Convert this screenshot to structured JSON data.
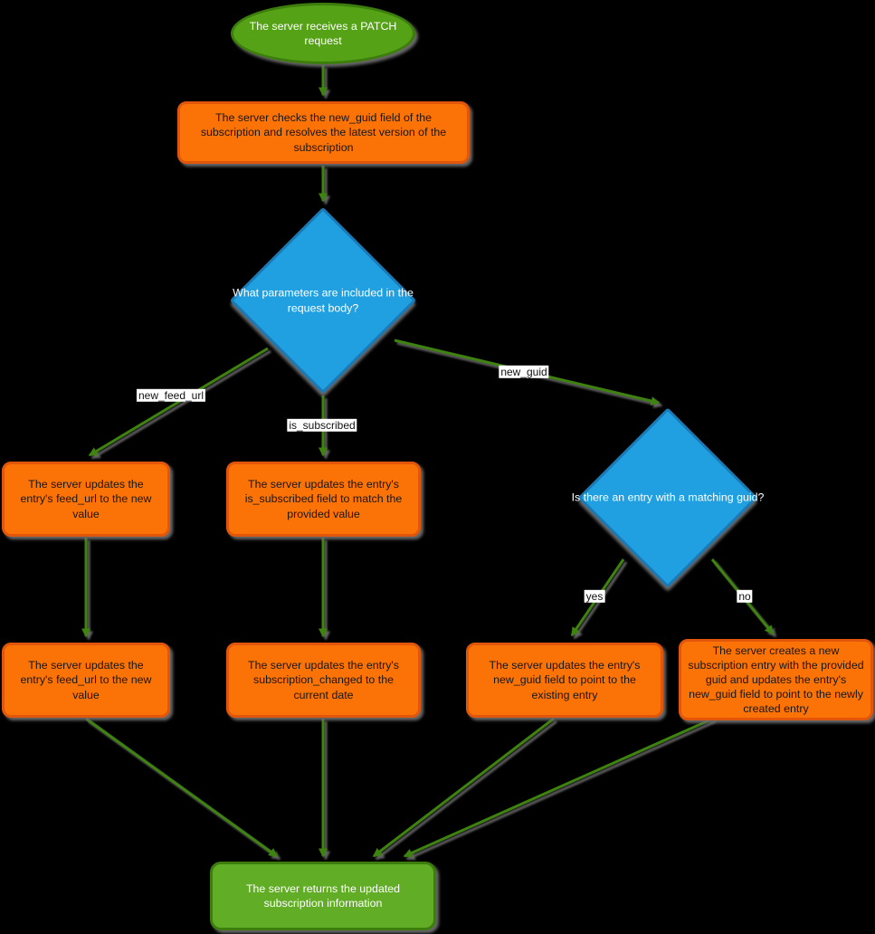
{
  "diagram_type": "flowchart",
  "nodes": {
    "start": {
      "shape": "ellipse",
      "label": "The server receives a PATCH request"
    },
    "check_new_guid": {
      "shape": "process",
      "label": "The server checks the new_guid field of the subscription and resolves the latest version of the subscription"
    },
    "params_decision": {
      "shape": "decision",
      "label": "What parameters are included in the request body?"
    },
    "update_feed_url_1": {
      "shape": "process",
      "label": "The server updates the entry's feed_url to the new value"
    },
    "update_is_subscribed": {
      "shape": "process",
      "label": "The server updates the entry's is_subscribed field to match the provided value"
    },
    "guid_decision": {
      "shape": "decision",
      "label": "Is there an entry with a matching guid?"
    },
    "update_feed_url_2": {
      "shape": "process",
      "label": "The server updates the entry's feed_url to the new value"
    },
    "update_subscription_changed": {
      "shape": "process",
      "label": "The server updates the entry's subscription_changed to the current date"
    },
    "update_new_guid_existing": {
      "shape": "process",
      "label": "The server updates the entry's new_guid field to point to the existing entry"
    },
    "create_new_entry": {
      "shape": "process",
      "label": "The server creates a new subscription entry with the provided guid and updates the entry's new_guid field to point to the newly created entry"
    },
    "end": {
      "shape": "rounded",
      "label": "The server returns the updated subscription information"
    }
  },
  "edge_labels": {
    "new_feed_url": "new_feed_url",
    "is_subscribed": "is_subscribed",
    "new_guid": "new_guid",
    "yes": "yes",
    "no": "no"
  },
  "colors": {
    "background": "#000000",
    "start_fill": "#55a216",
    "start_border": "#3d7d0d",
    "process_fill": "#fb7306",
    "process_border": "#e1560b",
    "decision_fill": "#21a0e1",
    "decision_border": "#1a7ab5",
    "end_fill": "#61ad25",
    "end_border": "#3d7d0d",
    "edge": "#3e820f",
    "label_bg": "#ffffff"
  }
}
